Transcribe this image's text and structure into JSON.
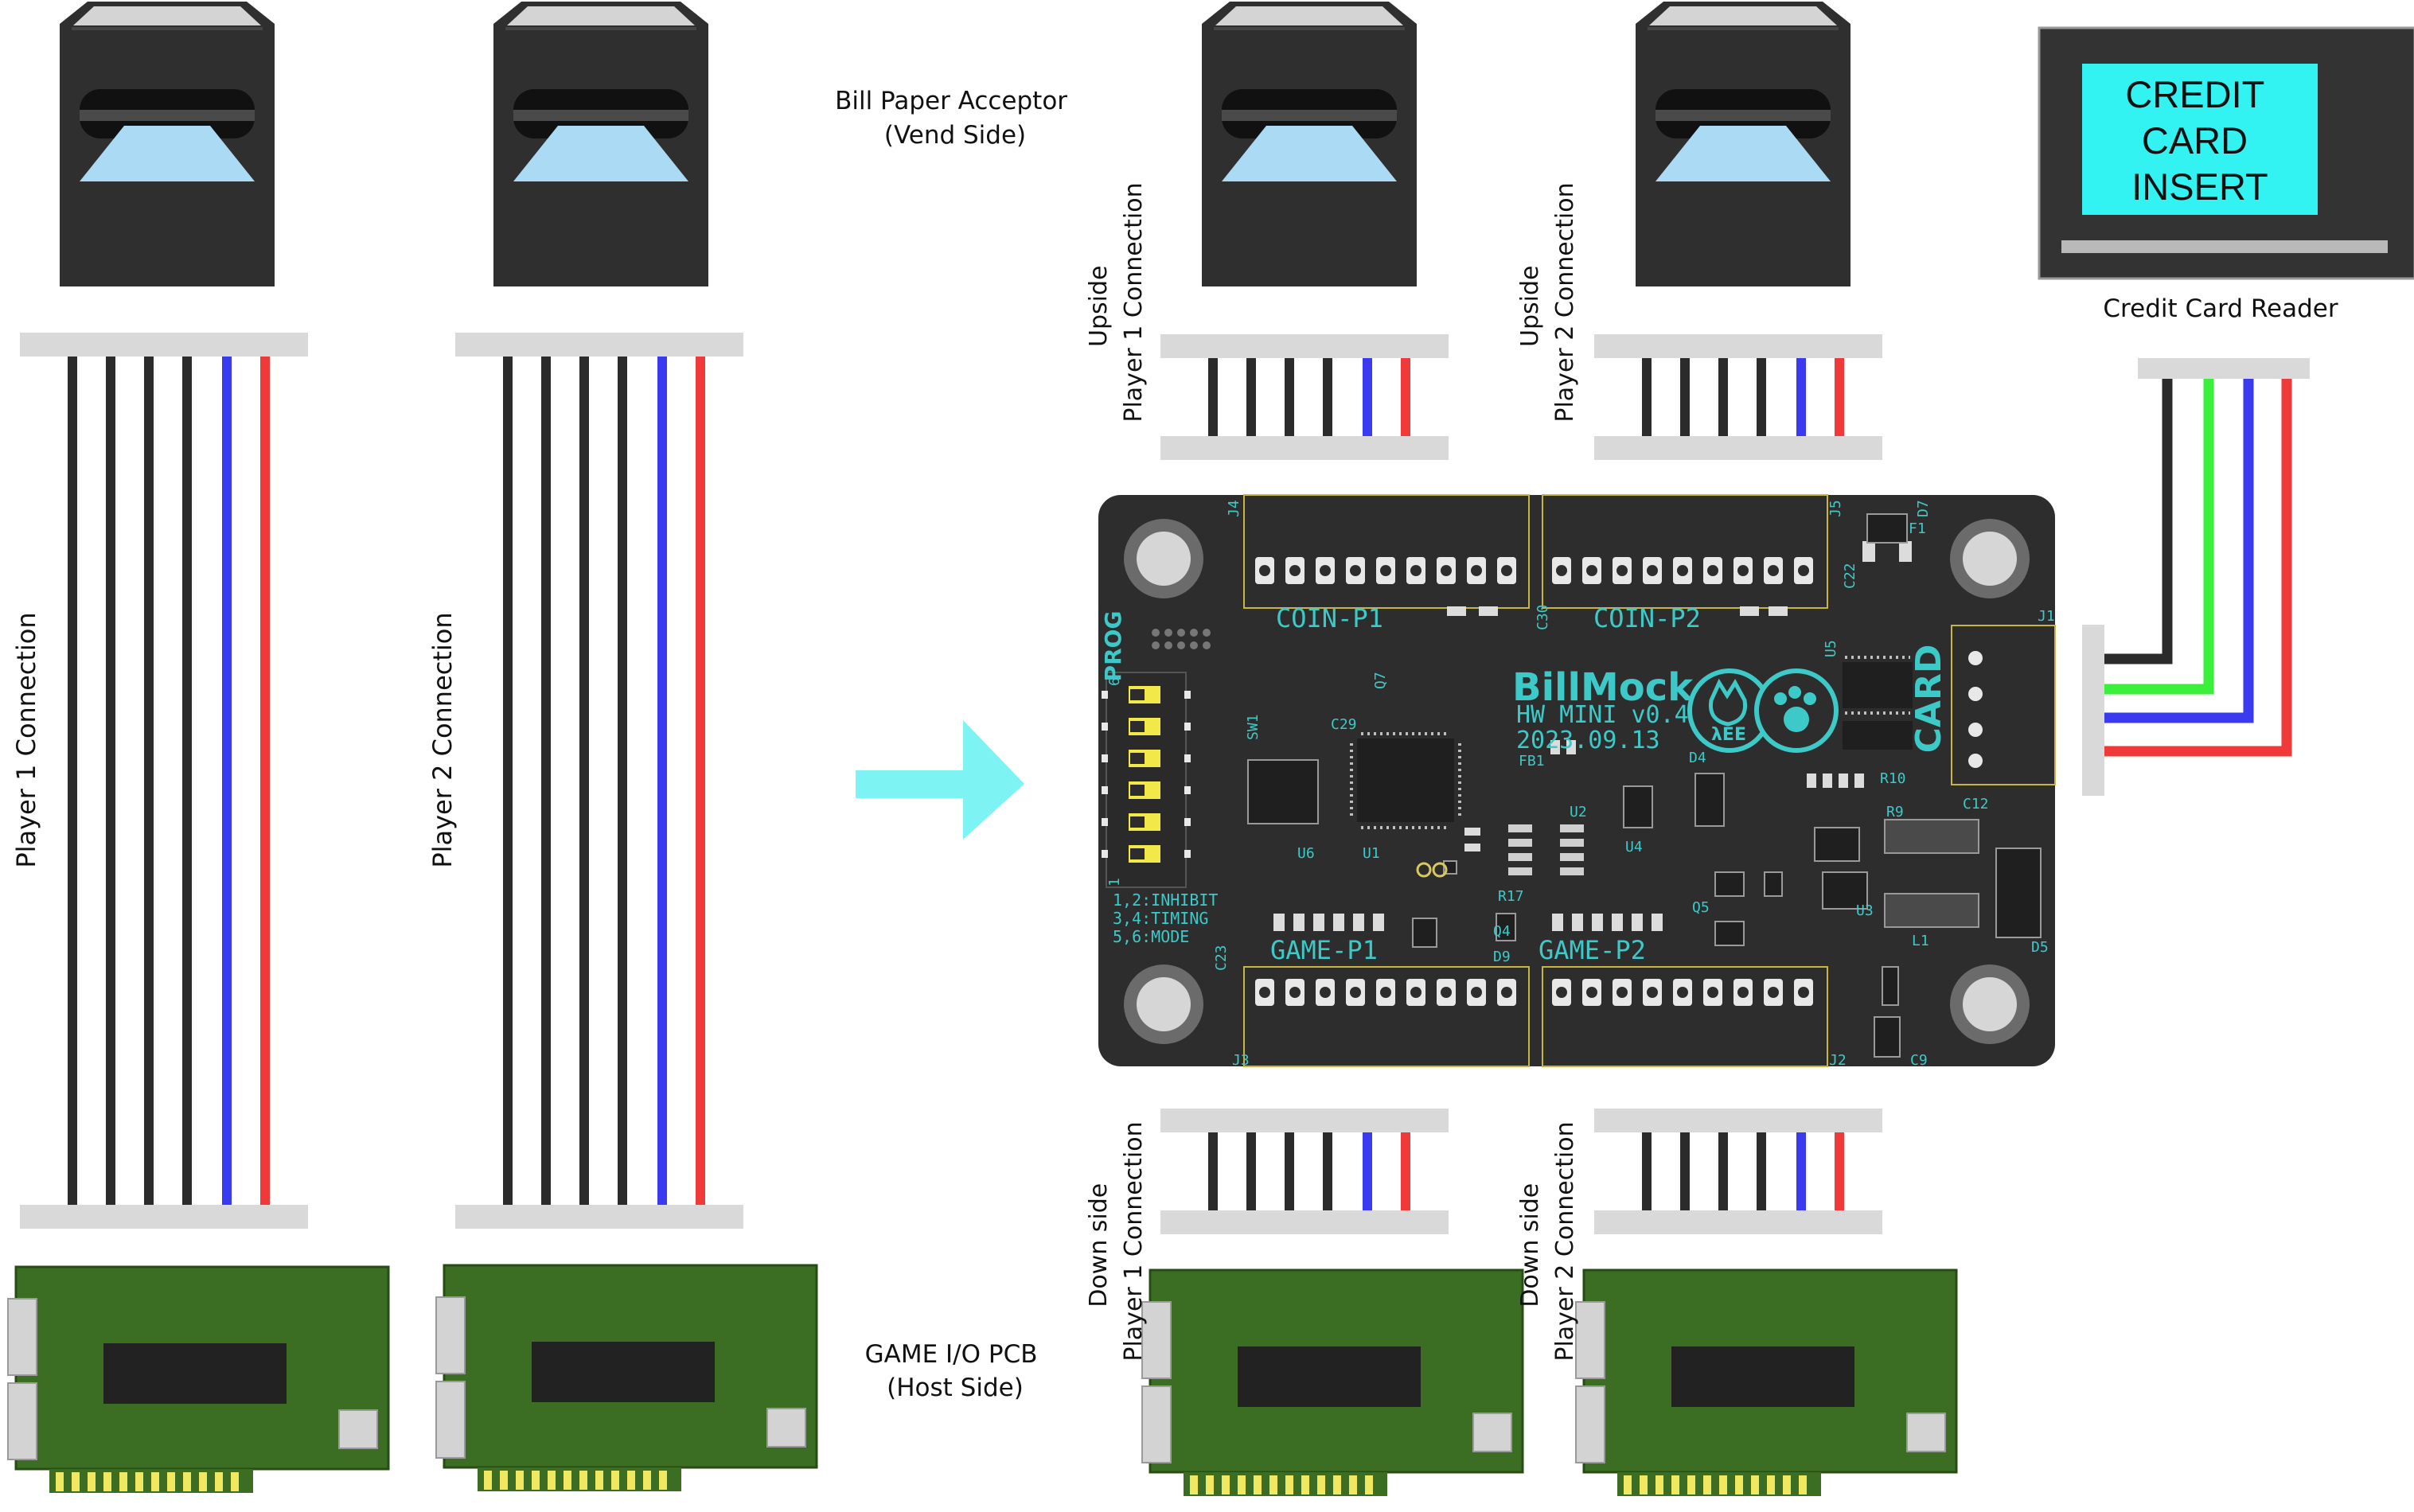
{
  "labels": {
    "bill_acceptor": [
      "Bill Paper Acceptor",
      "(Vend Side)"
    ],
    "game_io": [
      "GAME I/O PCB",
      "(Host Side)"
    ],
    "player1_connection": "Player 1 Connection",
    "player2_connection": "Player 2 Connection",
    "upside_p1": [
      "Upside",
      "Player 1 Connection"
    ],
    "upside_p2": [
      "Upside",
      "Player 2 Connection"
    ],
    "downside_p1": [
      "Down side",
      "Player 1 Connection"
    ],
    "downside_p2": [
      "Down side",
      "Player 2 Connection"
    ],
    "credit_card_reader": "Credit Card Reader",
    "credit_card_screen": [
      "CREDIT",
      "CARD",
      "INSERT"
    ]
  },
  "board": {
    "name": "BillMock",
    "version": "HW MINI v0.4",
    "date": "2023.09.13",
    "logo_text": "λEE",
    "coin_p1": "COIN-P1",
    "coin_p2": "COIN-P2",
    "game_p1": "GAME-P1",
    "game_p2": "GAME-P2",
    "card": "CARD",
    "prog": "PROG",
    "dip_legend": [
      "1,2:INHIBIT",
      "3,4:TIMING",
      "5,6:MODE"
    ],
    "designators": {
      "J1": "J1",
      "J2": "J2",
      "J3": "J3",
      "J4": "J4",
      "J5": "J5",
      "U1": "U1",
      "U2": "U2",
      "U3": "U3",
      "U4": "U4",
      "U5": "U5",
      "U6": "U6",
      "SW1": "SW1",
      "L1": "L1",
      "FB1": "FB1",
      "D4": "D4",
      "D5": "D5",
      "D9": "D9",
      "D7": "D7",
      "C9": "C9",
      "C12": "C12",
      "C22": "C22",
      "C23": "C23",
      "C29": "C29",
      "C30": "C30",
      "Q4": "Q4",
      "Q5": "Q5",
      "Q7": "Q7",
      "R9": "R9",
      "R10": "R10",
      "R17": "R17",
      "F1": "F1",
      "dip_1": "1",
      "dip_6": "6"
    }
  },
  "wire_colors": {
    "black": "#2b2b2b",
    "blue": "#3a3af0",
    "red": "#f03a3a",
    "green": "#3af03a",
    "connector": "#d9d9d9",
    "board": "#2d2d2d",
    "silkscreen": "#3ec9c9",
    "arrow": "#6ff2f2",
    "io_pcb": "#3b6e22",
    "screen": "#33f2f2"
  }
}
